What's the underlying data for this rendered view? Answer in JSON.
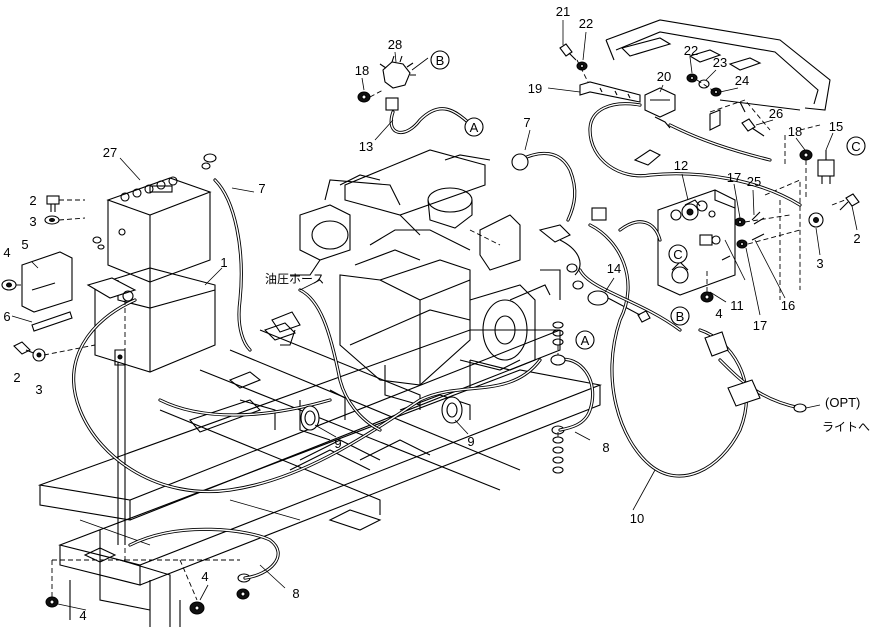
{
  "diagram": {
    "callouts": [
      {
        "id": "c-27",
        "text": "27"
      },
      {
        "id": "c-2a",
        "text": "2"
      },
      {
        "id": "c-3a",
        "text": "3"
      },
      {
        "id": "c-4a",
        "text": "4"
      },
      {
        "id": "c-5",
        "text": "5"
      },
      {
        "id": "c-6",
        "text": "6"
      },
      {
        "id": "c-2b",
        "text": "2"
      },
      {
        "id": "c-3b",
        "text": "3"
      },
      {
        "id": "c-1",
        "text": "1"
      },
      {
        "id": "c-7a",
        "text": "7"
      },
      {
        "id": "c-28",
        "text": "28"
      },
      {
        "id": "c-18a",
        "text": "18"
      },
      {
        "id": "c-13",
        "text": "13"
      },
      {
        "id": "c-7b",
        "text": "7"
      },
      {
        "id": "c-21",
        "text": "21"
      },
      {
        "id": "c-22a",
        "text": "22"
      },
      {
        "id": "c-22b",
        "text": "22"
      },
      {
        "id": "c-23",
        "text": "23"
      },
      {
        "id": "c-24",
        "text": "24"
      },
      {
        "id": "c-19",
        "text": "19"
      },
      {
        "id": "c-20",
        "text": "20"
      },
      {
        "id": "c-26",
        "text": "26"
      },
      {
        "id": "c-18b",
        "text": "18"
      },
      {
        "id": "c-15",
        "text": "15"
      },
      {
        "id": "c-12",
        "text": "12"
      },
      {
        "id": "c-17a",
        "text": "17"
      },
      {
        "id": "c-25",
        "text": "25"
      },
      {
        "id": "c-2c",
        "text": "2"
      },
      {
        "id": "c-3c",
        "text": "3"
      },
      {
        "id": "c-14",
        "text": "14"
      },
      {
        "id": "c-11",
        "text": "11"
      },
      {
        "id": "c-16",
        "text": "16"
      },
      {
        "id": "c-17b",
        "text": "17"
      },
      {
        "id": "c-4b",
        "text": "4"
      },
      {
        "id": "c-9a",
        "text": "9"
      },
      {
        "id": "c-9b",
        "text": "9"
      },
      {
        "id": "c-8a",
        "text": "8"
      },
      {
        "id": "c-10",
        "text": "10"
      },
      {
        "id": "c-4c",
        "text": "4"
      },
      {
        "id": "c-4d",
        "text": "4"
      },
      {
        "id": "c-8b",
        "text": "8"
      }
    ],
    "refs": {
      "a_top": "A",
      "b_top": "B",
      "c_right": "C",
      "c_box": "C",
      "b_box": "B",
      "a_mid": "A"
    },
    "text_labels": {
      "hydraulic_hose": "油圧ホース",
      "opt_line1": "(OPT)",
      "opt_line2": "ライトへ"
    }
  }
}
